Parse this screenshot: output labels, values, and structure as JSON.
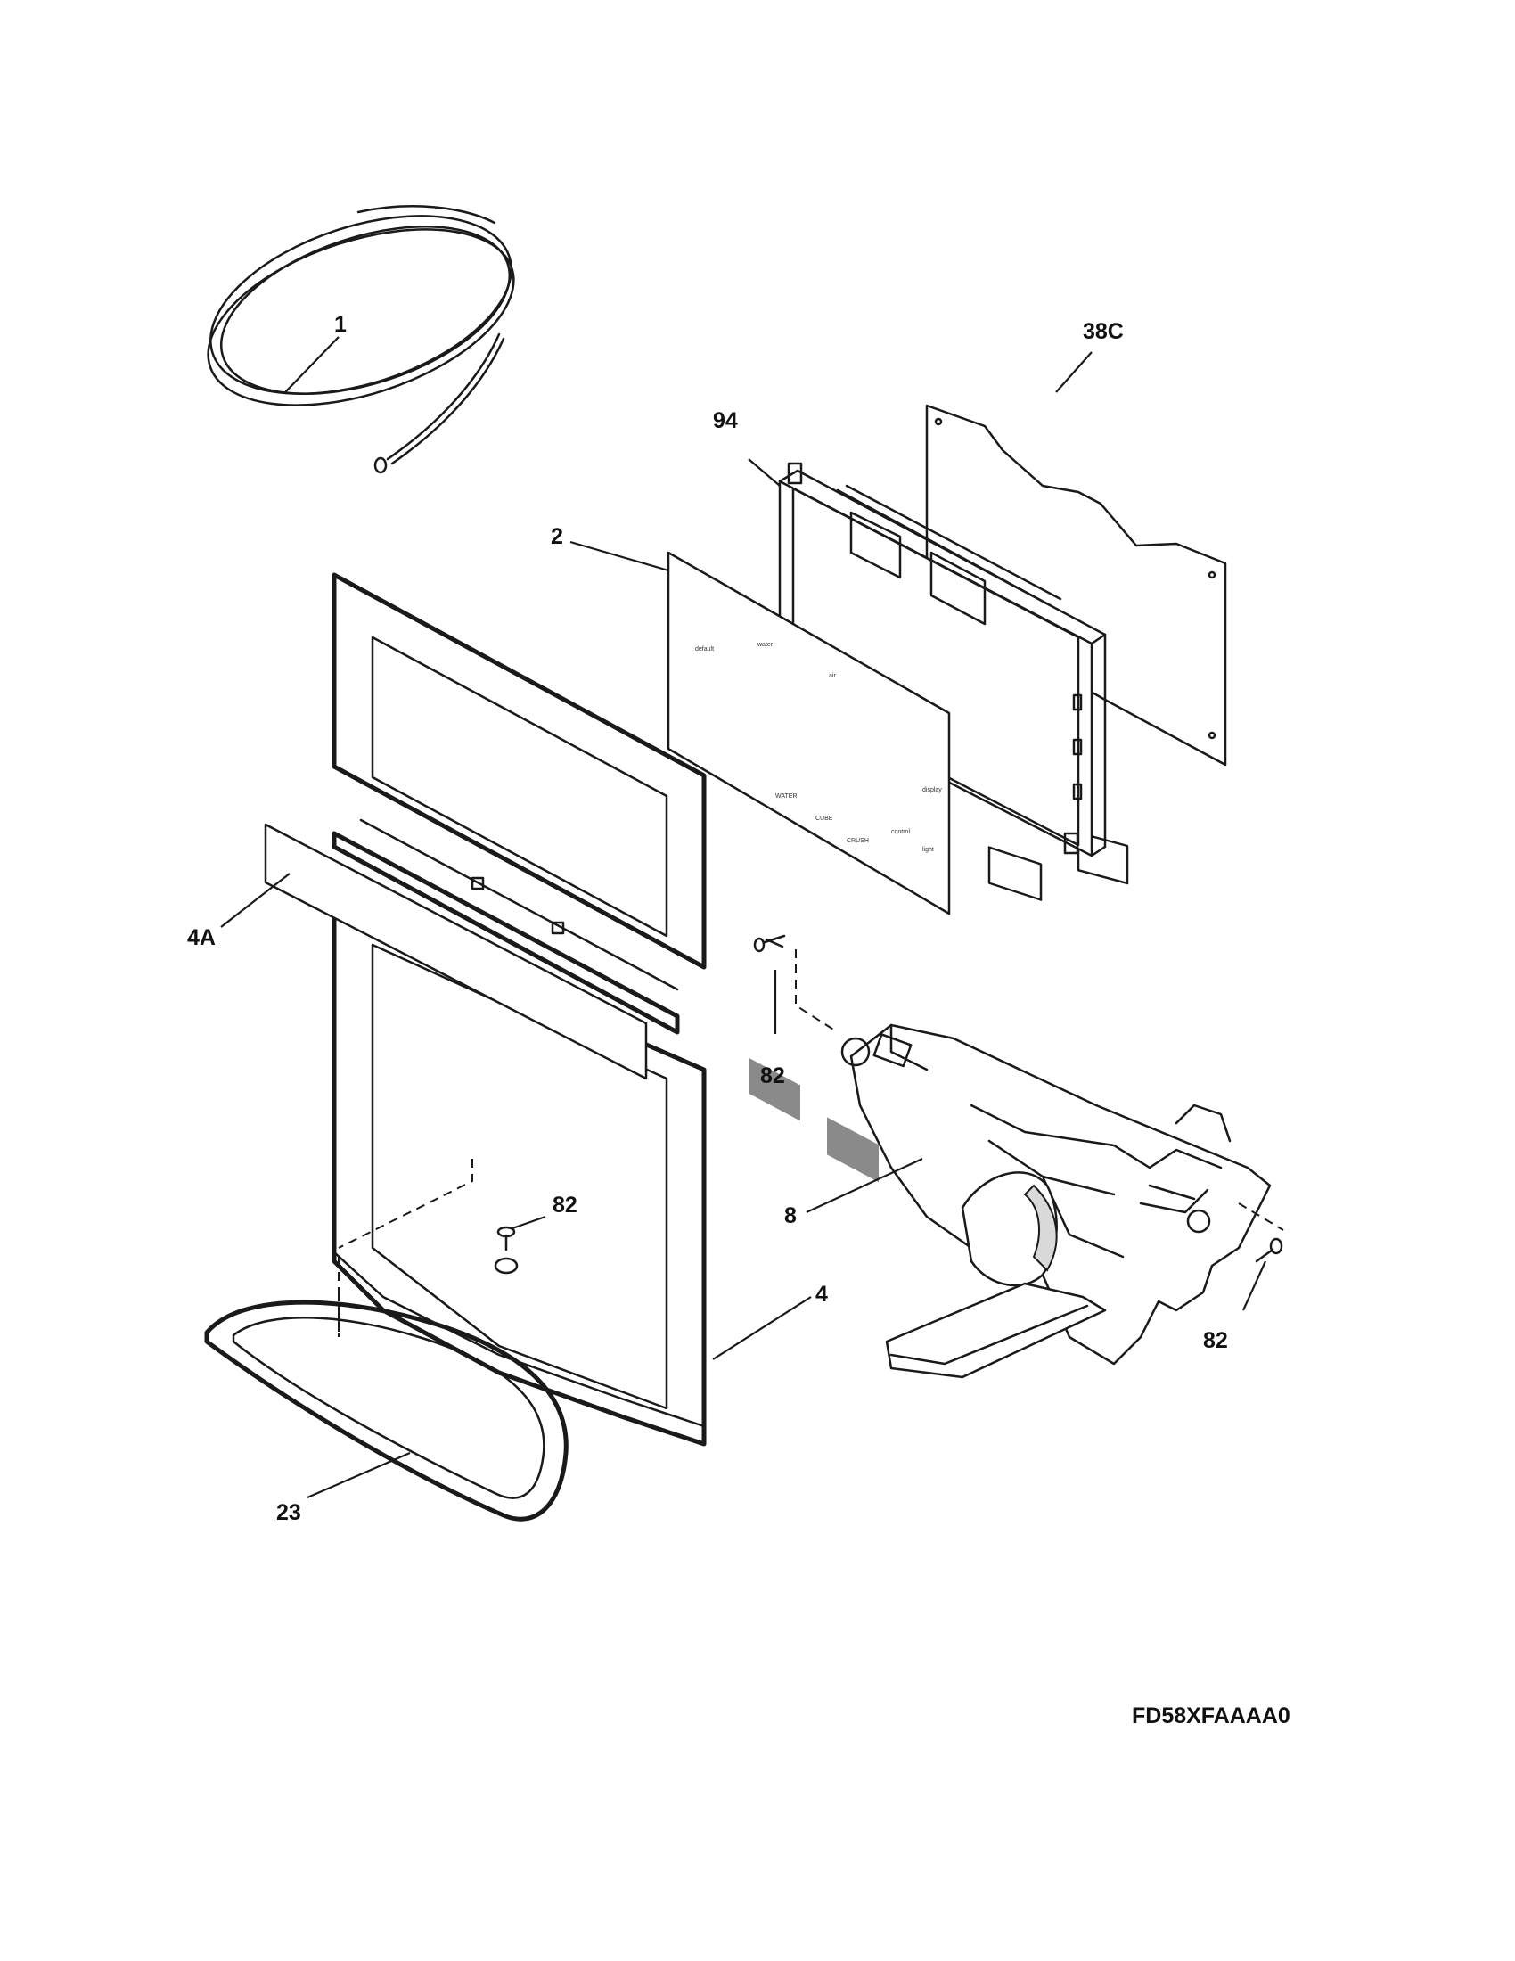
{
  "callouts": {
    "c1": "1",
    "c94": "94",
    "c38c": "38C",
    "c2": "2",
    "c4a": "4A",
    "c82a": "82",
    "c82b": "82",
    "c82c": "82",
    "c8": "8",
    "c4": "4",
    "c23": "23"
  },
  "model_number": "FD58XFAAAA0"
}
